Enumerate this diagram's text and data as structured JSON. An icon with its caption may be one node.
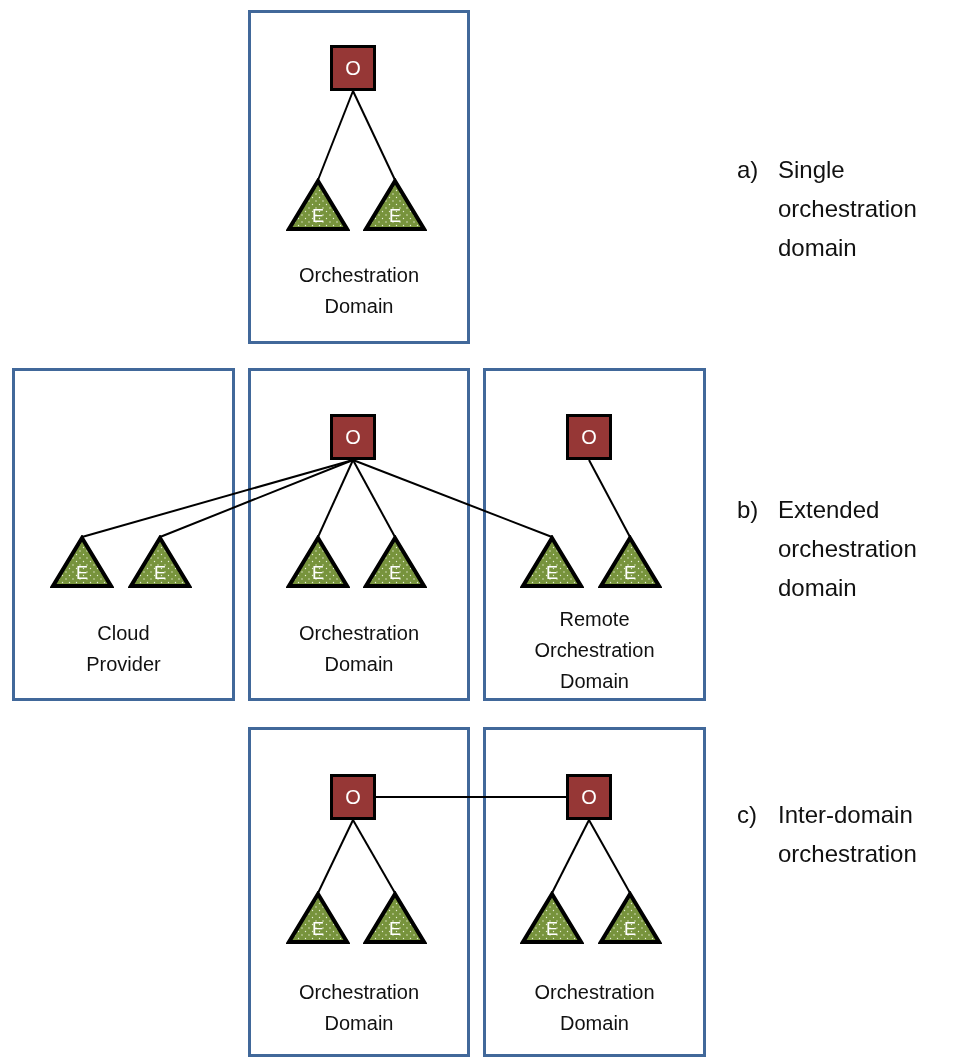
{
  "diagram": {
    "nodes": [
      {
        "text": [
          "Orchestration Domain"
        ]
      },
      {
        "text": [
          "O"
        ],
        "in": 0
      },
      {
        "text": [
          "E"
        ],
        "in": 0
      },
      {
        "text": [
          "E"
        ],
        "in": 0
      },
      {
        "text": [
          "Cloud Provider"
        ]
      },
      {
        "text": [
          "E"
        ],
        "in": 4
      },
      {
        "text": [
          "E"
        ],
        "in": 4
      },
      {
        "text": [
          "Orchestration Domain"
        ]
      },
      {
        "text": [
          "O"
        ],
        "in": 7
      },
      {
        "text": [
          "E"
        ],
        "in": 7
      },
      {
        "text": [
          "E"
        ],
        "in": 7
      },
      {
        "text": [
          "Remote Orchestration Domain"
        ]
      },
      {
        "text": [
          "O"
        ],
        "in": 11
      },
      {
        "text": [
          "E"
        ],
        "in": 11
      },
      {
        "text": [
          "E"
        ],
        "in": 11
      },
      {
        "text": [
          "Orchestration Domain"
        ]
      },
      {
        "text": [
          "O"
        ],
        "in": 15
      },
      {
        "text": [
          "E"
        ],
        "in": 15
      },
      {
        "text": [
          "E"
        ],
        "in": 15
      },
      {
        "text": [
          "Orchestration Domain"
        ]
      },
      {
        "text": [
          "O"
        ],
        "in": 19
      },
      {
        "text": [
          "E"
        ],
        "in": 19
      },
      {
        "text": [
          "E"
        ],
        "in": 19
      }
    ],
    "edges": [
      {
        "from": 1,
        "to": 2,
        "arrow": "none"
      },
      {
        "from": 1,
        "to": 3,
        "arrow": "none"
      },
      {
        "from": 8,
        "to": 5,
        "arrow": "none"
      },
      {
        "from": 8,
        "to": 6,
        "arrow": "none"
      },
      {
        "from": 8,
        "to": 9,
        "arrow": "none"
      },
      {
        "from": 8,
        "to": 10,
        "arrow": "none"
      },
      {
        "from": 8,
        "to": 13,
        "arrow": "none"
      },
      {
        "from": 12,
        "to": 14,
        "arrow": "none"
      },
      {
        "from": 16,
        "to": 20,
        "arrow": "none"
      },
      {
        "from": 16,
        "to": 17,
        "arrow": "none"
      },
      {
        "from": 16,
        "to": 18,
        "arrow": "none"
      },
      {
        "from": 20,
        "to": 21,
        "arrow": "none"
      },
      {
        "from": 20,
        "to": 22,
        "arrow": "none"
      }
    ],
    "labels": [
      "a)",
      "Single orchestration domain",
      "b)",
      "Extended orchestration domain",
      "c)",
      "Inter-domain orchestration"
    ]
  }
}
